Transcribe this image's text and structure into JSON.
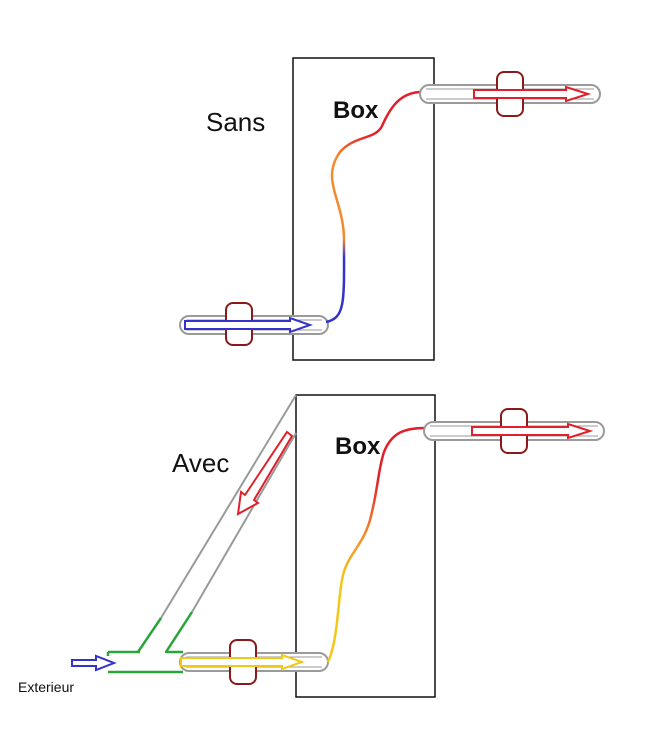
{
  "diagram": {
    "top": {
      "label": "Sans",
      "box_label": "Box"
    },
    "bottom": {
      "label": "Avec",
      "box_label": "Box",
      "inlet_label": "Exterieur"
    },
    "colors": {
      "cold": "#3333cc",
      "orange": "#f28a2e",
      "hot": "#e0202a",
      "yellow": "#f2c818",
      "green": "#2aa53a",
      "valve": "#8a1a1a",
      "pipe": "#9a9a9a"
    }
  }
}
